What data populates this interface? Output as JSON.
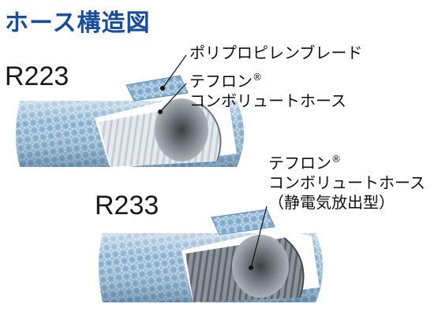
{
  "title": "ホース構造図",
  "models": {
    "top": "R223",
    "bottom": "R233"
  },
  "labels": {
    "braid": "ポリプロピレンブレード",
    "teflon_top_line1": "テフロン",
    "teflon_top_line2": "コンボリュートホース",
    "teflon_bottom_line1": "テフロン",
    "teflon_bottom_line2": "コンボリュートホース",
    "teflon_bottom_line3": "（静電気放出型）",
    "registered_mark": "®"
  },
  "colors": {
    "title": "#1a4c9c",
    "braid": "#7fa8c8",
    "braid_light": "#dbe9f4",
    "tube_inner": "#e9eef2",
    "tube_inner_dark": "#5b6168"
  }
}
